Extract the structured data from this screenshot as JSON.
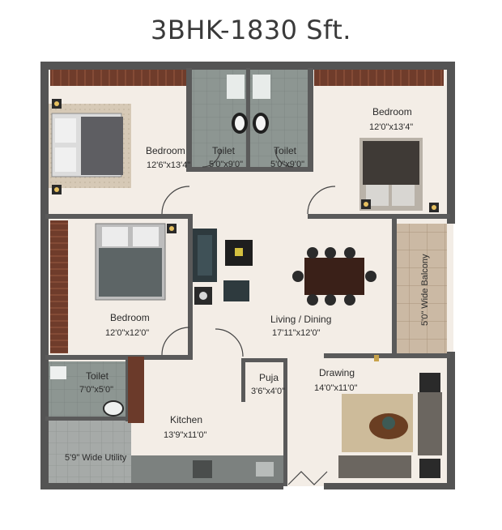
{
  "title": "3BHK-1830 Sft.",
  "rooms": {
    "bedroom_top_left": {
      "name": "Bedroom",
      "dims": "12'6\"x13'4\""
    },
    "toilet_1": {
      "name": "Toilet",
      "dims": "5'0\"x9'0\""
    },
    "toilet_2": {
      "name": "Toilet",
      "dims": "5'0\"x9'0\""
    },
    "bedroom_top_right": {
      "name": "Bedroom",
      "dims": "12'0\"x13'4\""
    },
    "bedroom_left": {
      "name": "Bedroom",
      "dims": "12'0\"x12'0\""
    },
    "living_dining": {
      "name": "Living / Dining",
      "dims": "17'11\"x12'0\""
    },
    "toilet_3": {
      "name": "Toilet",
      "dims": "7'0\"x5'0\""
    },
    "puja": {
      "name": "Puja",
      "dims": "3'6\"x4'0\""
    },
    "drawing": {
      "name": "Drawing",
      "dims": "14'0\"x11'0\""
    },
    "kitchen": {
      "name": "Kitchen",
      "dims": "13'9\"x11'0\""
    },
    "utility": {
      "name": "5'9\" Wide Utility"
    },
    "balcony": {
      "name": "5'0\" Wide Balcony"
    }
  },
  "colors": {
    "wall": "#545454",
    "floor": "#f2ece5",
    "wood": "#6b3a2a",
    "toilet_tile": "#8a948f",
    "balcony_tile": "#c9b7a2",
    "utility_tile": "#9ea3a1",
    "accent_gold": "#c8a24a"
  }
}
